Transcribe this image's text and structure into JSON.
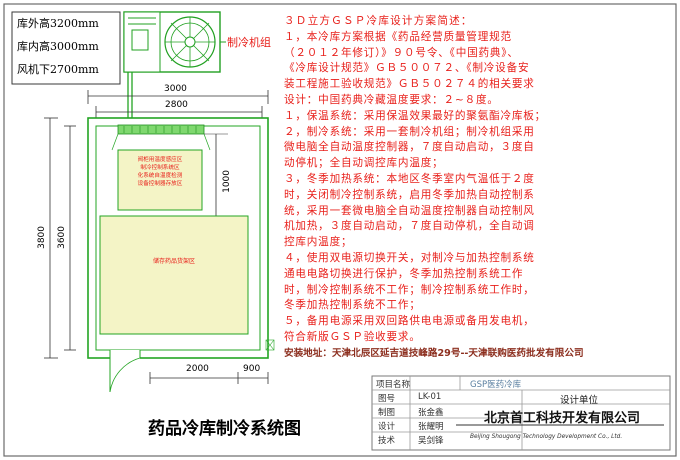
{
  "heights": [
    {
      "label": "库外高3200mm"
    },
    {
      "label": "库内高3000mm"
    },
    {
      "label": "风机下2700mm"
    }
  ],
  "unit_label": "制冷机组",
  "dims": {
    "outer_width": "3000",
    "inner_width": "2800",
    "outer_depth": "3800",
    "inner_depth": "3600",
    "evaporator_gap": "1000",
    "bottom_left": "2000",
    "bottom_right": "900"
  },
  "zones": {
    "small_lines": [
      "阀柜用温度感应区",
      "制冷控制系统区",
      "化系统自温度检测",
      "设备控制器存放区"
    ],
    "large": "储存药品货架区"
  },
  "spec": {
    "title": "３Ｄ立方ＧＳＰ冷库设计方案简述：",
    "lines": [
      "１，本冷库方案根据《药品经营质量管理规范",
      "（２０１２年修订）》９０号令、《中国药典》、",
      "《冷库设计规范》ＧＢ５００７２、《制冷设备安",
      "装工程施工验收规范》ＧＢ５０２７４的相关要求",
      "设计：中国药典冷藏温度要求：２~８度。",
      "１，保温系统：采用保温效果最好的聚氨酯冷库板；",
      "２，制冷系统：采用一套制冷机组；制冷机组采用",
      "微电脑全自动温度控制器，７度自动启动，３度自",
      "动停机；全自动调控库内温度；",
      "３，冬季加热系统：本地区冬季室内气温低于２度",
      "时，关闭制冷控制系统，启用冬季加热自动控制系",
      "统，采用一套微电脑全自动温度控制器自动控制风",
      "机加热，３度自动启动，７度自动停机，全自动调",
      "控库内温度；",
      "４，使用双电源切换开关，对制冷与加热控制系统",
      "通电电路切换进行保护，冬季加热控制系统工作",
      "时，制冷控制系统不工作；制冷控制系统工作时，",
      "冬季加热控制系统不工作；",
      "５，备用电源采用双回路供电电源或备用发电机，",
      "符合新版ＧＳＰ验收要求。"
    ],
    "address": "安装地址：天津北辰区延吉道技峰路29号--天津联购医药批发有限公司"
  },
  "title_block": {
    "rows": [
      {
        "k": "项目名称",
        "v": "GSP医药冷库"
      },
      {
        "k": "图号",
        "v": "LK-01"
      },
      {
        "k": "制图",
        "v": "张金鑫"
      },
      {
        "k": "设计",
        "v": "张耀明"
      },
      {
        "k": "技术",
        "v": "吴剑锋"
      }
    ],
    "design_label": "设计单位",
    "company_cn": "北京首工科技开发有限公司",
    "company_en": "Beijing Shougong Technology Development Co., Ltd."
  },
  "drawing_title": "药品冷库制冷系统图",
  "colors": {
    "spec_text": "#e8201b",
    "outline": "#23a523",
    "evaporator": "#7fd86f",
    "zone_fill": "#f4f4c6"
  }
}
